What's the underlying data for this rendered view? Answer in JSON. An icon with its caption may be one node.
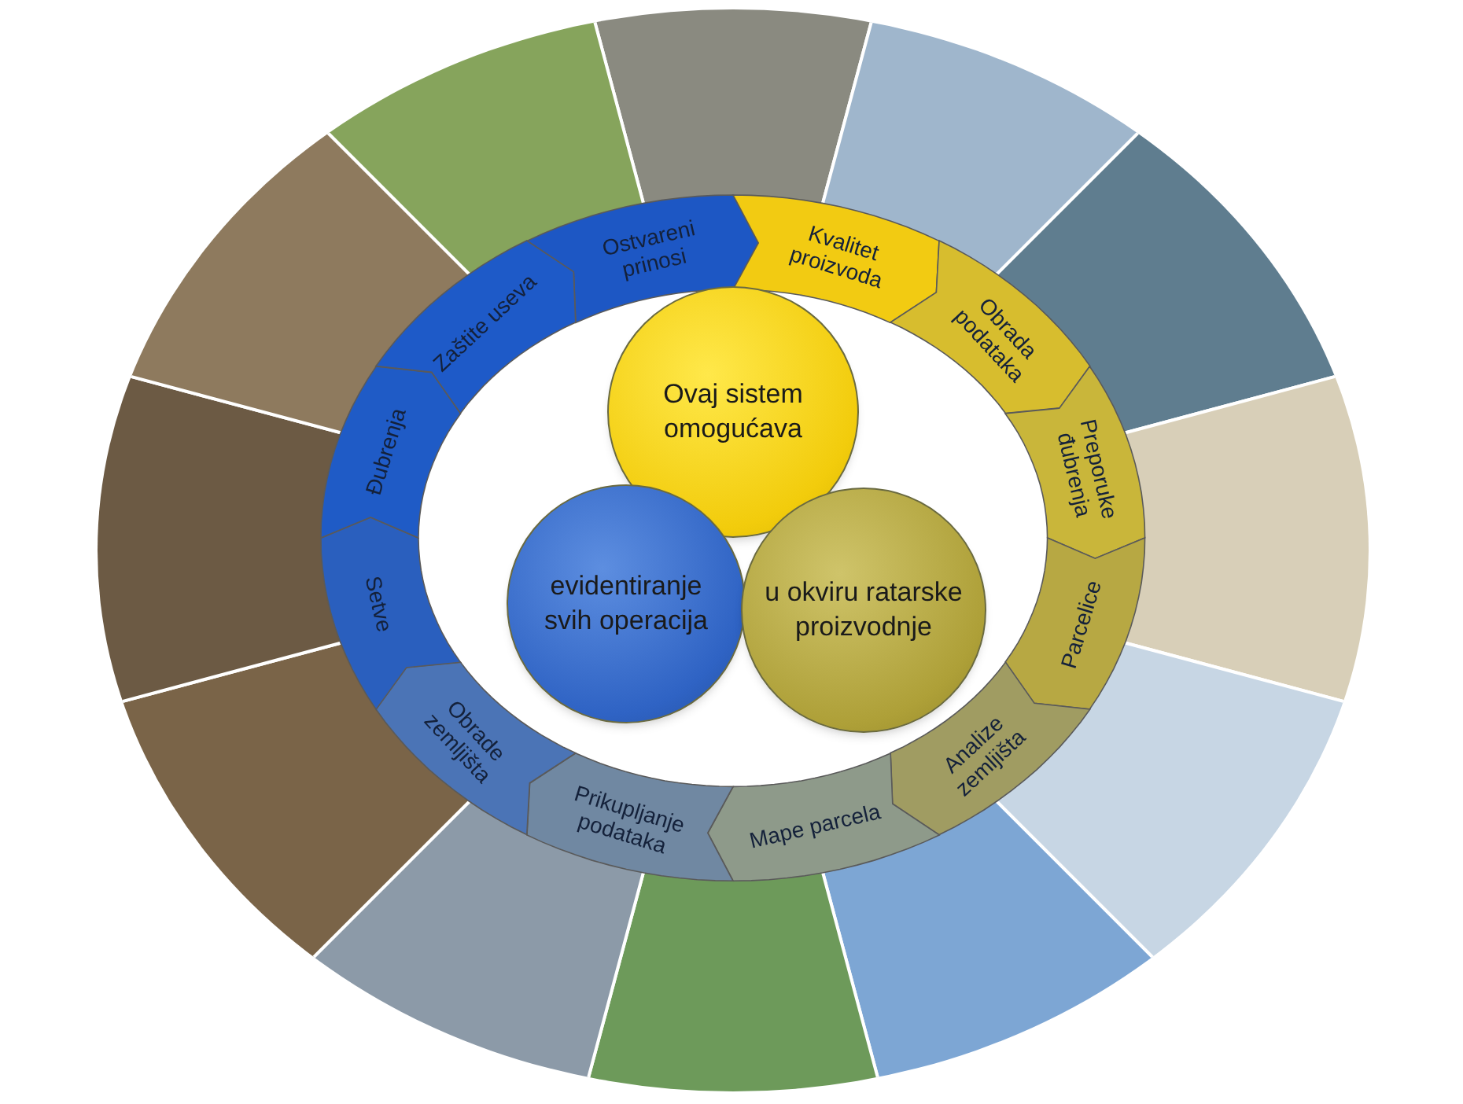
{
  "diagram": {
    "nodes": [
      {
        "text": [
          "Ostvareni prinosi"
        ]
      },
      {
        "text": [
          "Kvalitet proizvoda"
        ]
      },
      {
        "text": [
          "Obrada podataka"
        ]
      },
      {
        "text": [
          "Preporuke đubrenja"
        ]
      },
      {
        "text": [
          "Parcelice"
        ]
      },
      {
        "text": [
          "Analize zemljišta"
        ]
      },
      {
        "text": [
          "Mape parcela"
        ]
      },
      {
        "text": [
          "Prikupljanje podataka"
        ]
      },
      {
        "text": [
          "Obrade zemljišta"
        ]
      },
      {
        "text": [
          "Setve"
        ]
      },
      {
        "text": [
          "Đubrenja"
        ]
      },
      {
        "text": [
          "Zaštite useva"
        ]
      },
      {
        "text": [
          "Ovaj sistem omogućava"
        ]
      },
      {
        "text": [
          "evidentiranje svih operacija"
        ]
      },
      {
        "text": [
          "u okviru ratarske proizvodnje"
        ]
      }
    ]
  }
}
